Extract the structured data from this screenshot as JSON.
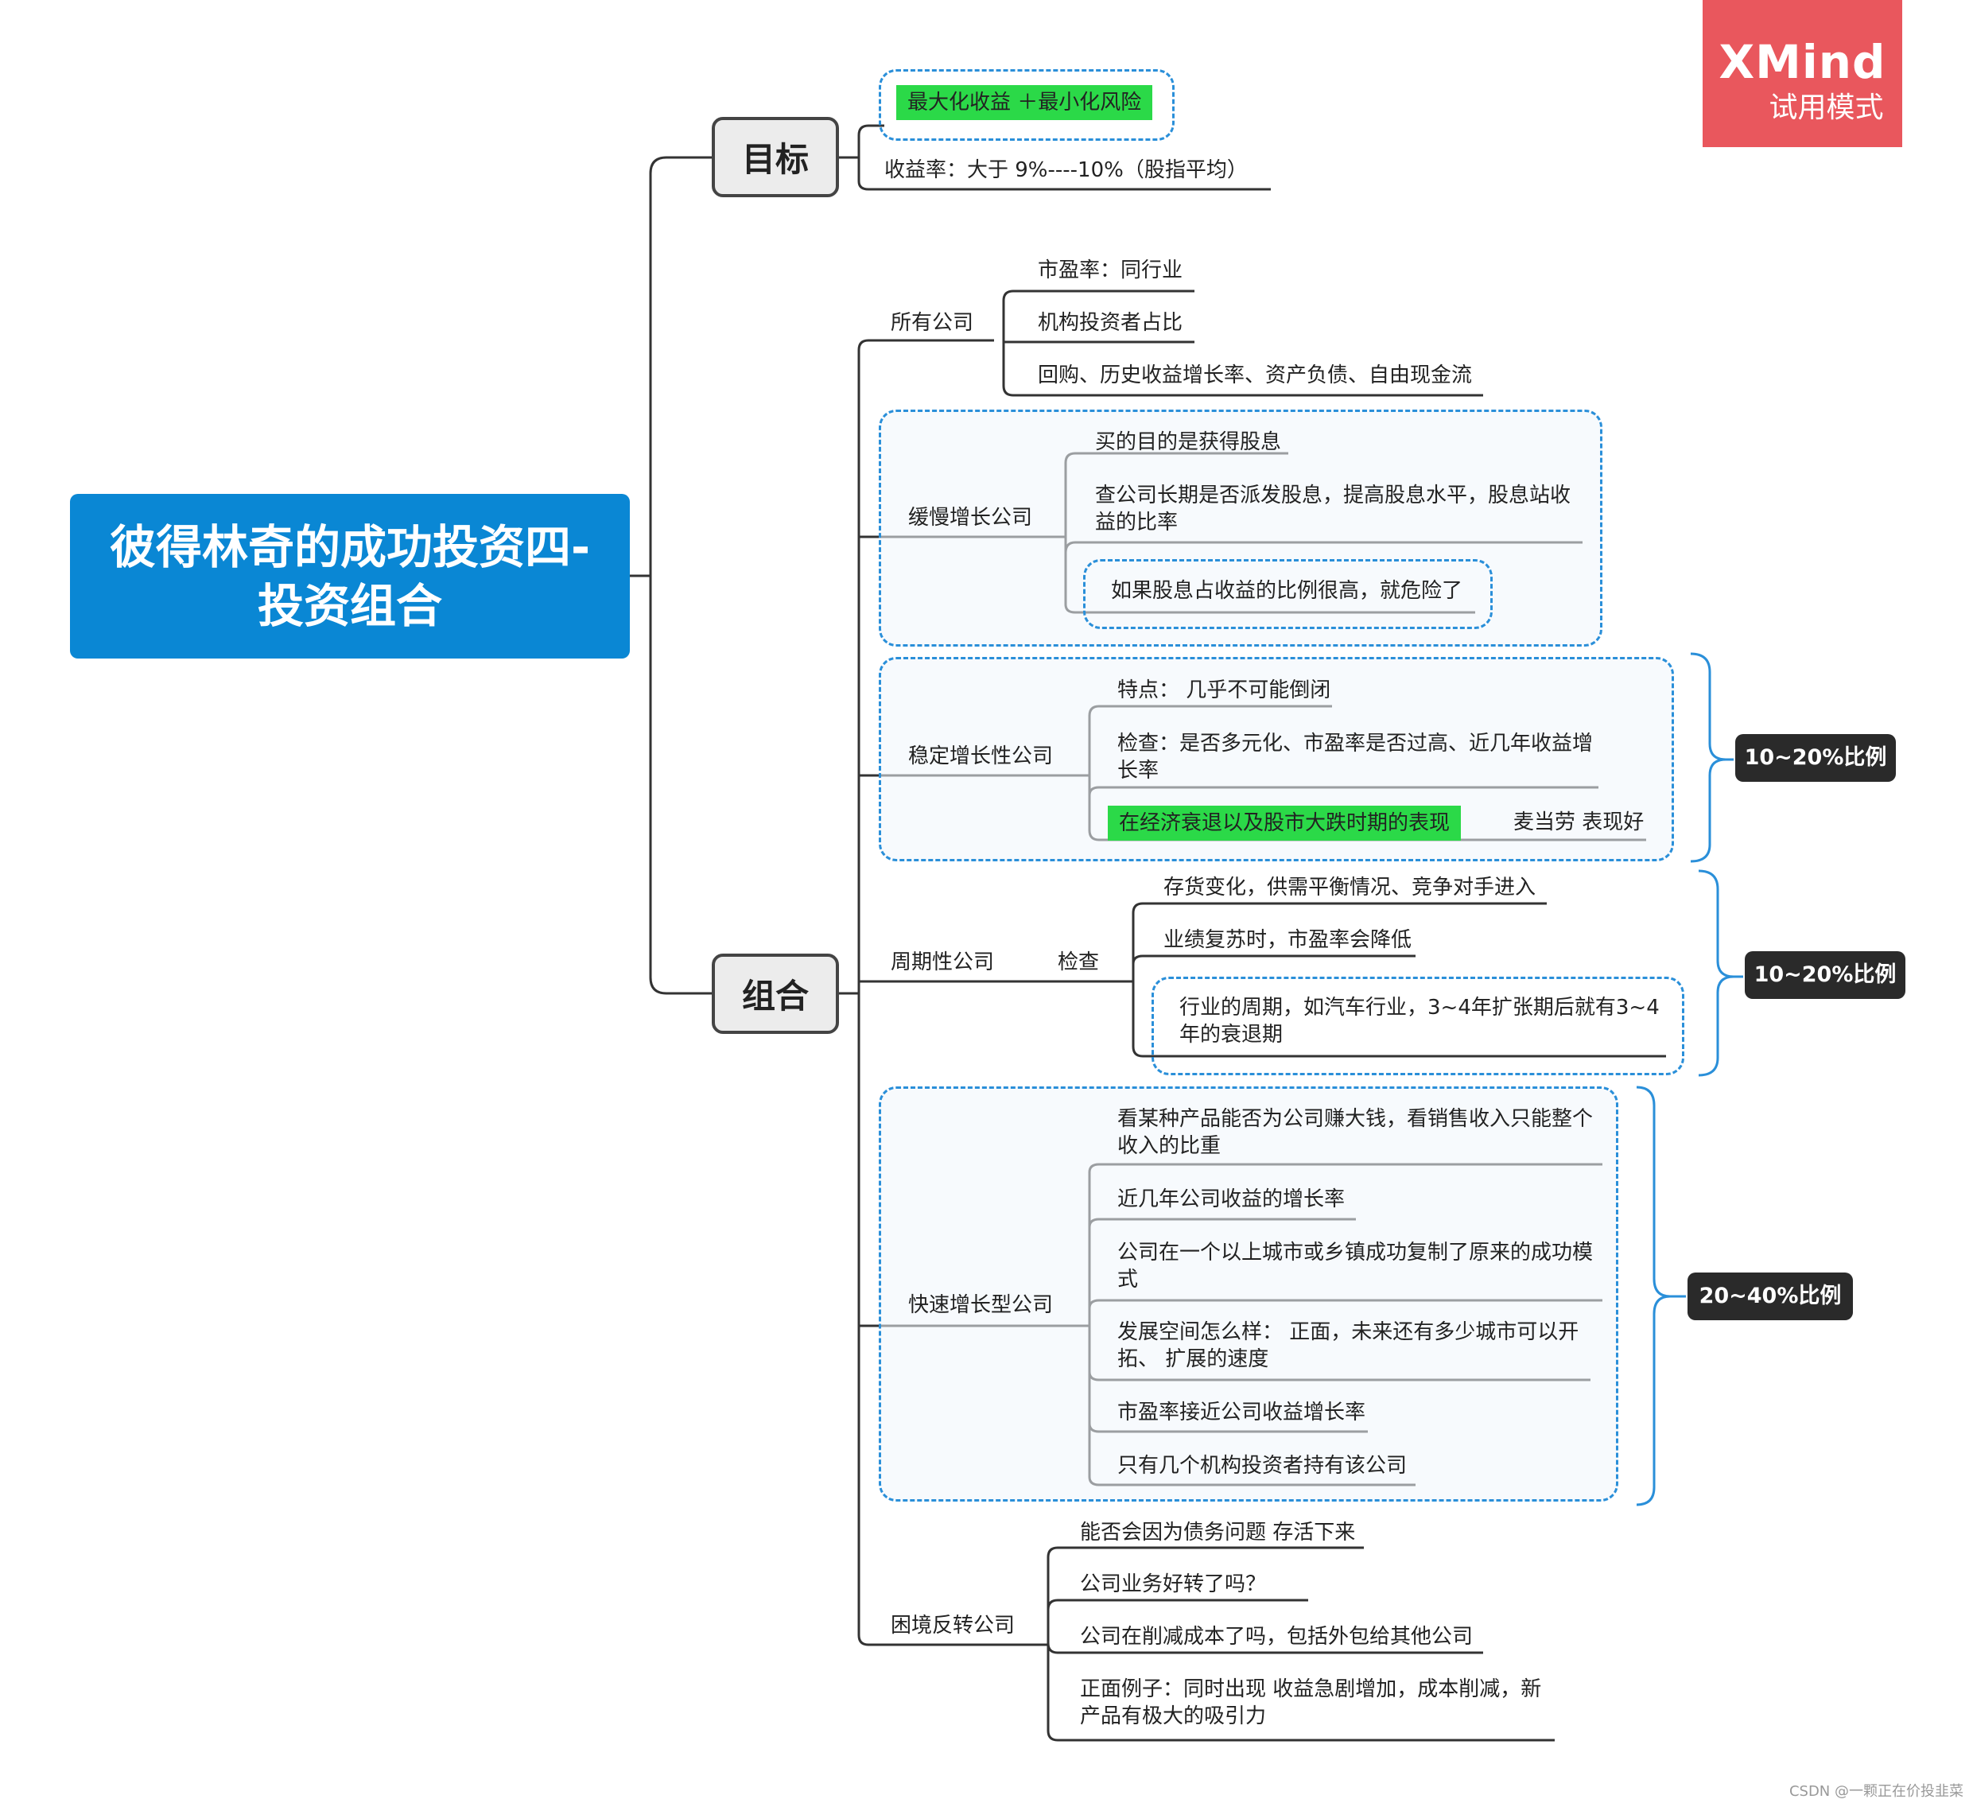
{
  "root": {
    "line1": "彼得林奇的成功投资四-",
    "line2": "投资组合"
  },
  "branches": {
    "goal": {
      "label": "目标",
      "highlight": "最大化收益 ＋最小化风险",
      "return_rate": "收益率：大于 9%----10%（股指平均）"
    },
    "portfolio": {
      "label": "组合",
      "all": {
        "label": "所有公司",
        "items": [
          "市盈率：同行业",
          "机构投资者占比",
          "回购、历史收益增长率、资产负债、自由现金流"
        ]
      },
      "slow": {
        "label": "缓慢增长公司",
        "items": [
          "买的目的是获得股息",
          "查公司长期是否派发股息，提高股息水平，股息站收益的比率",
          "如果股息占收益的比例很高，就危险了"
        ]
      },
      "stalwart": {
        "label": "稳定增长性公司",
        "items": [
          "特点：  几乎不可能倒闭",
          "检查：是否多元化、市盈率是否过高、近几年收益增长率"
        ],
        "highlight": "在经济衰退以及股市大跌时期的表现",
        "highlight_child": "麦当劳 表现好",
        "tag": "10~20%比例"
      },
      "cyclical": {
        "label": "周期性公司",
        "sub": "检查",
        "items": [
          "存货变化，供需平衡情况、竞争对手进入",
          "业绩复苏时，市盈率会降低",
          "行业的周期，如汽车行业，3~4年扩张期后就有3~4年的衰退期"
        ],
        "tag": "10~20%比例"
      },
      "fast": {
        "label": "快速增长型公司",
        "items": [
          "看某种产品能否为公司赚大钱，看销售收入只能整个收入的比重",
          "近几年公司收益的增长率",
          "公司在一个以上城市或乡镇成功复制了原来的成功模式",
          "发展空间怎么样：  正面，未来还有多少城市可以开拓、 扩展的速度",
          "市盈率接近公司收益增长率",
          "只有几个机构投资者持有该公司"
        ],
        "tag": "20~40%比例"
      },
      "turnaround": {
        "label": "困境反转公司",
        "items": [
          "能否会因为债务问题 存活下来",
          "公司业务好转了吗？",
          "公司在削减成本了吗，包括外包给其他公司",
          "正面例子：同时出现 收益急剧增加，成本削减，新产品有极大的吸引力"
        ]
      }
    }
  },
  "badge": {
    "brand": "XMind",
    "mode": "试用模式"
  },
  "watermark": "CSDN @一颗正在价投韭菜",
  "colors": {
    "root": "#0a87d4",
    "highlight": "#2bd948",
    "dashed": "#2a8fd9",
    "tag": "#2a2a2a",
    "badge": "#e9575d"
  }
}
